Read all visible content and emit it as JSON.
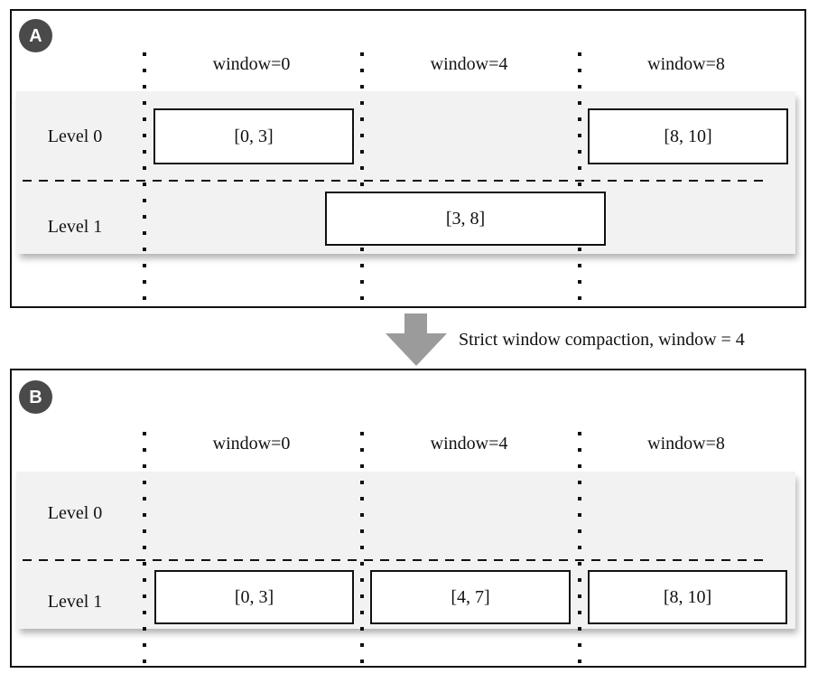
{
  "figure": {
    "title_semantic": "strict-window-compaction-diagram",
    "panels": [
      {
        "badge": "A",
        "window_headers": [
          "window=0",
          "window=4",
          "window=8"
        ],
        "level_labels": [
          "Level 0",
          "Level 1"
        ],
        "boxes": [
          {
            "label": "[0, 3]",
            "level": "Level 0",
            "window": "window=0"
          },
          {
            "label": "[8, 10]",
            "level": "Level 0",
            "window": "window=8"
          },
          {
            "label": "[3, 8]",
            "level": "Level 1",
            "window": "spans window=0 to window=8"
          }
        ]
      },
      {
        "badge": "B",
        "window_headers": [
          "window=0",
          "window=4",
          "window=8"
        ],
        "level_labels": [
          "Level 0",
          "Level 1"
        ],
        "boxes": [
          {
            "label": "[0, 3]",
            "level": "Level 1",
            "window": "window=0"
          },
          {
            "label": "[4, 7]",
            "level": "Level 1",
            "window": "window=4"
          },
          {
            "label": "[8, 10]",
            "level": "Level 1",
            "window": "window=8"
          }
        ]
      }
    ],
    "transition": {
      "arrow_icon": "down-arrow",
      "label": "Strict window compaction, window = 4"
    },
    "colors": {
      "badge_bg": "#4a4a4a",
      "badge_text": "#ffffff",
      "band_bg": "#f2f2f2",
      "arrow": "#9b9b9b",
      "line": "#111111",
      "box_bg": "#ffffff",
      "page_bg": "#ffffff"
    }
  }
}
